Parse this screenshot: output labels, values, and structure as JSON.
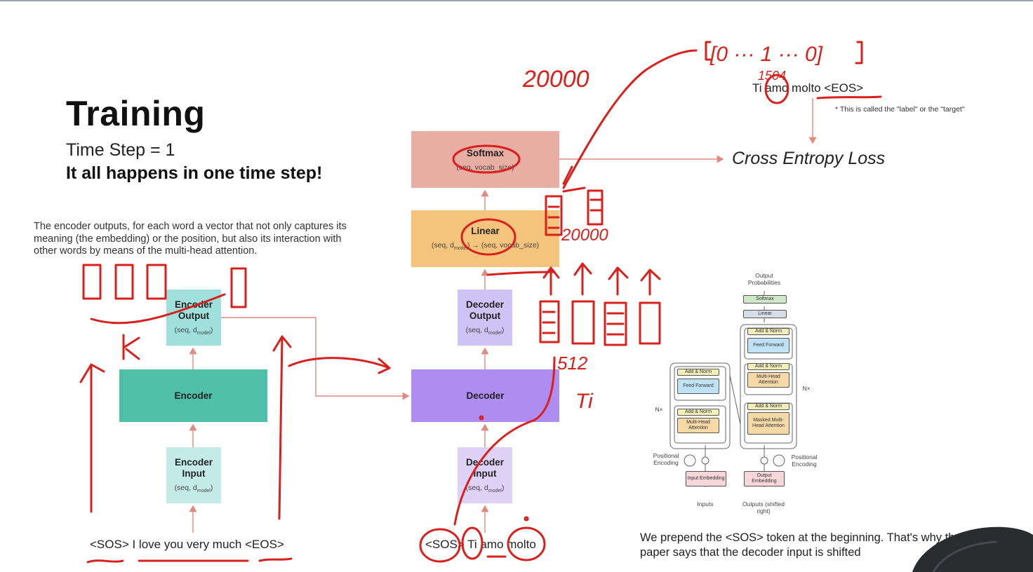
{
  "slide": {
    "title": "Training",
    "time_step": "Time Step = 1",
    "subtitle": "It all happens in one time step!",
    "description": "The encoder outputs, for each word a vector that not only captures its meaning (the embedding) or the position, but also its interaction with other words by means of the multi-head attention."
  },
  "blocks": {
    "softmax": {
      "title": "Softmax",
      "shape": "(seq, vocab_size)"
    },
    "linear": {
      "title": "Linear",
      "shape_pre": "(seq, d",
      "shape_sub": "model",
      "shape_post": ") → (seq, vocab_size)"
    },
    "decoder_output": {
      "title1": "Decoder",
      "title2": "Output",
      "shape_pre": "(seq, d",
      "shape_sub": "model",
      "shape_post": ")"
    },
    "decoder": {
      "title": "Decoder"
    },
    "decoder_input": {
      "title1": "Decoder",
      "title2": "Input",
      "shape_pre": "(seq, d",
      "shape_sub": "model",
      "shape_post": ")"
    },
    "encoder_output": {
      "title1": "Encoder",
      "title2": "Output",
      "shape_pre": "(seq, d",
      "shape_sub": "model",
      "shape_post": ")"
    },
    "encoder": {
      "title": "Encoder"
    },
    "encoder_input": {
      "title1": "Encoder",
      "title2": "Input",
      "shape_pre": "(seq, d",
      "shape_sub": "model",
      "shape_post": ")"
    }
  },
  "sentences": {
    "encoder_input": "<SOS> I love you very much <EOS>",
    "decoder_input": "<SOS> Ti amo molto",
    "label": "Ti amo molto <EOS>"
  },
  "label_note": "* This is called the \"label\" or the \"target\"",
  "loss": "Cross Entropy Loss",
  "bottom_note": "We prepend the <SOS> token at the beginning. That's why the paper says that the decoder input is shifted",
  "transformer_figure": {
    "output_probabilities": "Output Probabilities",
    "softmax": "Softmax",
    "linear": "Linear",
    "add_norm": "Add & Norm",
    "feed_forward": "Feed Forward",
    "multi_head_attention": "Multi-Head Attention",
    "masked_multi_head_attention": "Masked Multi-Head Attention",
    "nx": "N×",
    "positional_encoding": "Positional Encoding",
    "input_embedding": "Input Embedding",
    "output_embedding": "Output Embedding",
    "inputs": "Inputs",
    "outputs": "Outputs (shifted right)"
  },
  "annotations": {
    "vocab_size_top": "20000",
    "token_index": "1504",
    "one_hot": "[0 ··· 1 ··· 0]",
    "vocab_size_side": "20000",
    "dim": "512",
    "ti": "Ti",
    "k": "K"
  },
  "colors": {
    "softmax": "#e8ada3",
    "linear": "#f5c47c",
    "decoder": "#ae8cf0",
    "decoder_output": "#cfc2f5",
    "decoder_input": "#ded3f7",
    "encoder": "#4fbfa8",
    "encoder_output": "#9fe0dc",
    "encoder_input": "#c3ece9",
    "arrow": "#e08a80",
    "ink": "#d8201c"
  }
}
